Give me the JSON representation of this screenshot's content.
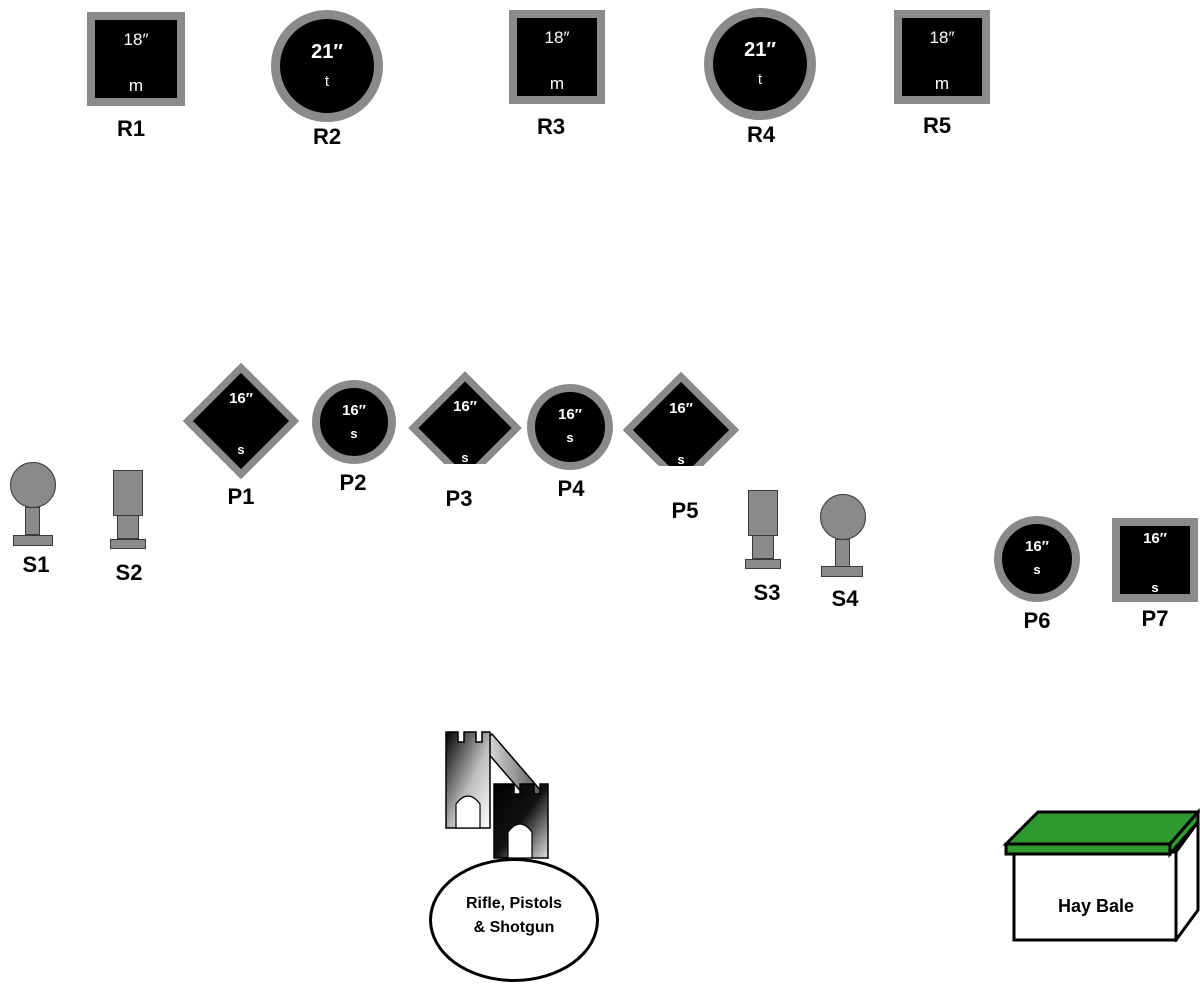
{
  "rifle_targets": [
    {
      "id": "R1",
      "size": "18″",
      "type": "m"
    },
    {
      "id": "R2",
      "size": "21″",
      "type": "t"
    },
    {
      "id": "R3",
      "size": "18″",
      "type": "m"
    },
    {
      "id": "R4",
      "size": "21″",
      "type": "t"
    },
    {
      "id": "R5",
      "size": "18″",
      "type": "m"
    }
  ],
  "pistol_targets": [
    {
      "id": "P1",
      "size": "16″",
      "type": "s"
    },
    {
      "id": "P2",
      "size": "16″",
      "type": "s"
    },
    {
      "id": "P3",
      "size": "16″",
      "type": "s"
    },
    {
      "id": "P4",
      "size": "16″",
      "type": "s"
    },
    {
      "id": "P5",
      "size": "16″",
      "type": "s"
    },
    {
      "id": "P6",
      "size": "16″",
      "type": "s"
    },
    {
      "id": "P7",
      "size": "16″",
      "type": "s"
    }
  ],
  "shotgun_targets": [
    {
      "id": "S1"
    },
    {
      "id": "S2"
    },
    {
      "id": "S3"
    },
    {
      "id": "S4"
    }
  ],
  "shooting_position": {
    "label_line1": "Rifle, Pistols",
    "label_line2": "& Shotgun"
  },
  "hay_bale": {
    "label": "Hay Bale"
  },
  "colors": {
    "target_fill": "#000000",
    "target_border": "#8a8a8a",
    "hay_top": "#2f9a2f"
  }
}
